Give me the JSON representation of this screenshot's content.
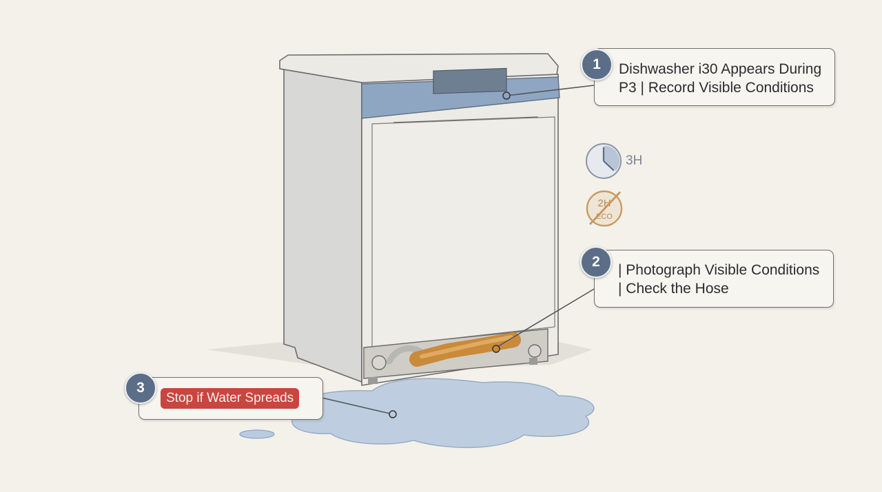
{
  "callouts": [
    {
      "number": "1",
      "lines": [
        "Dishwasher i30 Appears During",
        "P3 | Record Visible Conditions"
      ]
    },
    {
      "number": "2",
      "lines": [
        "| Photograph Visible Conditions",
        "| Check the Hose"
      ]
    },
    {
      "number": "3",
      "alert": "Stop if Water Spreads"
    }
  ],
  "icons": {
    "timer": {
      "icon": "clock-icon",
      "label": "3H"
    },
    "no_eco": {
      "icon": "crossed-out-2h-eco-icon",
      "lines": [
        "2H",
        "ECO"
      ]
    }
  },
  "colors": {
    "background": "#f3f1ea",
    "badge": "#5b6d87",
    "control_panel": "#8fa6c2",
    "hose": "#c98a3a",
    "water": "#b9cbe0",
    "alert": "#c9453f",
    "eco_icon": "#c79a60"
  }
}
